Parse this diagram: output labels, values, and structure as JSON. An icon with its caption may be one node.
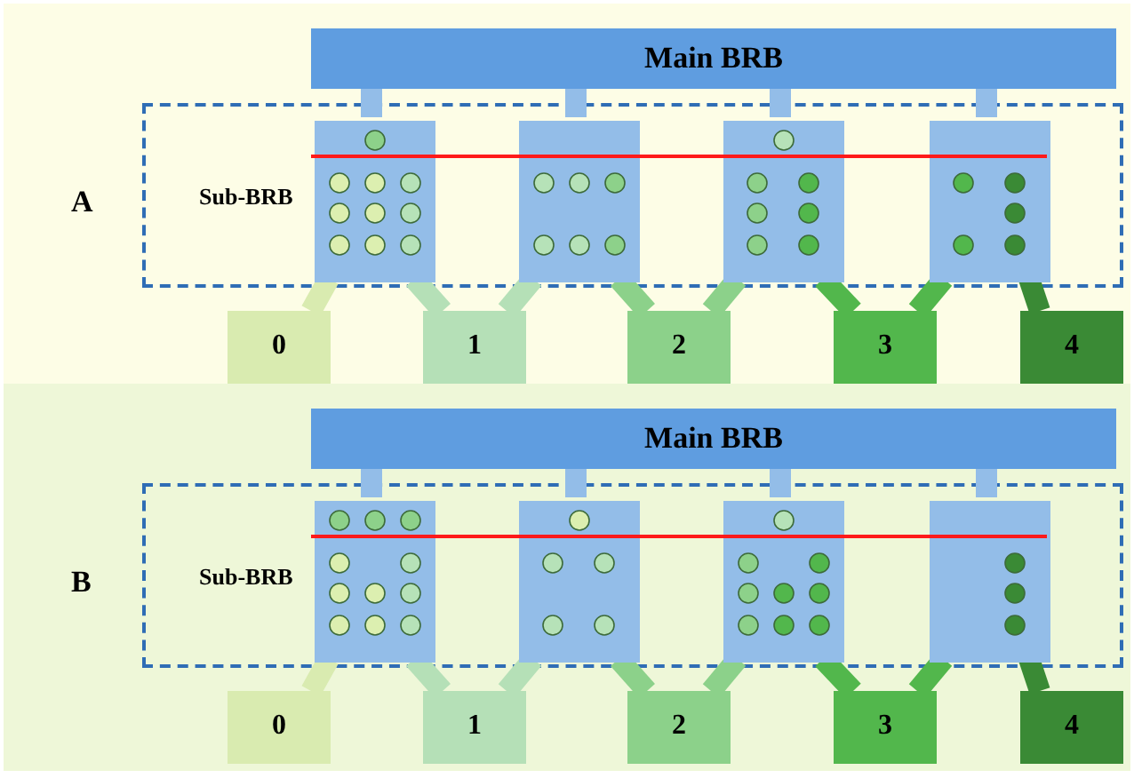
{
  "diagram": {
    "nodes": [
      {
        "text": [
          "A"
        ]
      },
      {
        "text": [
          "Main BRB"
        ],
        "in": 0
      },
      {
        "text": [
          "Sub-BRB"
        ],
        "in": 0
      },
      {
        "text": [],
        "shape": "box",
        "in": 2
      },
      {
        "text": [],
        "shape": "box",
        "in": 2
      },
      {
        "text": [],
        "shape": "box",
        "in": 2
      },
      {
        "text": [],
        "shape": "box",
        "in": 2
      },
      {
        "text": [
          "0"
        ],
        "in": 0
      },
      {
        "text": [
          "1"
        ],
        "in": 0
      },
      {
        "text": [
          "2"
        ],
        "in": 0
      },
      {
        "text": [
          "3"
        ],
        "in": 0
      },
      {
        "text": [
          "4"
        ],
        "in": 0
      },
      {
        "text": [
          "B"
        ]
      },
      {
        "text": [
          "Main BRB"
        ],
        "in": 12
      },
      {
        "text": [
          "Sub-BRB"
        ],
        "in": 12
      },
      {
        "text": [],
        "shape": "box",
        "in": 14
      },
      {
        "text": [],
        "shape": "box",
        "in": 14
      },
      {
        "text": [],
        "shape": "box",
        "in": 14
      },
      {
        "text": [],
        "shape": "box",
        "in": 14
      },
      {
        "text": [
          "0"
        ],
        "in": 12
      },
      {
        "text": [
          "1"
        ],
        "in": 12
      },
      {
        "text": [
          "2"
        ],
        "in": 12
      },
      {
        "text": [
          "3"
        ],
        "in": 12
      },
      {
        "text": [
          "4"
        ],
        "in": 12
      }
    ],
    "edges": [
      {
        "from": 1,
        "to": 3,
        "arrow": "none",
        "color": "#93bde8"
      },
      {
        "from": 1,
        "to": 4,
        "arrow": "none",
        "color": "#93bde8"
      },
      {
        "from": 1,
        "to": 5,
        "arrow": "none",
        "color": "#93bde8"
      },
      {
        "from": 1,
        "to": 6,
        "arrow": "none",
        "color": "#93bde8"
      },
      {
        "from": 3,
        "to": 7,
        "arrow": "none",
        "color": "#d9ebb0"
      },
      {
        "from": 3,
        "to": 8,
        "arrow": "none",
        "color": "#b5e0b7"
      },
      {
        "from": 4,
        "to": 8,
        "arrow": "none",
        "color": "#b5e0b7"
      },
      {
        "from": 4,
        "to": 9,
        "arrow": "none",
        "color": "#8cd18a"
      },
      {
        "from": 5,
        "to": 9,
        "arrow": "none",
        "color": "#8cd18a"
      },
      {
        "from": 5,
        "to": 10,
        "arrow": "none",
        "color": "#52b74c"
      },
      {
        "from": 6,
        "to": 10,
        "arrow": "none",
        "color": "#52b74c"
      },
      {
        "from": 6,
        "to": 11,
        "arrow": "none",
        "color": "#3a8a35"
      },
      {
        "from": 13,
        "to": 15,
        "arrow": "none",
        "color": "#93bde8"
      },
      {
        "from": 13,
        "to": 16,
        "arrow": "none",
        "color": "#93bde8"
      },
      {
        "from": 13,
        "to": 17,
        "arrow": "none",
        "color": "#93bde8"
      },
      {
        "from": 13,
        "to": 18,
        "arrow": "none",
        "color": "#93bde8"
      },
      {
        "from": 15,
        "to": 19,
        "arrow": "none",
        "color": "#d9ebb0"
      },
      {
        "from": 15,
        "to": 20,
        "arrow": "none",
        "color": "#b5e0b7"
      },
      {
        "from": 16,
        "to": 20,
        "arrow": "none",
        "color": "#b5e0b7"
      },
      {
        "from": 16,
        "to": 21,
        "arrow": "none",
        "color": "#8cd18a"
      },
      {
        "from": 17,
        "to": 21,
        "arrow": "none",
        "color": "#8cd18a"
      },
      {
        "from": 17,
        "to": 22,
        "arrow": "none",
        "color": "#52b74c"
      },
      {
        "from": 18,
        "to": 22,
        "arrow": "none",
        "color": "#52b74c"
      },
      {
        "from": 18,
        "to": 23,
        "arrow": "none",
        "color": "#3a8a35"
      }
    ]
  }
}
